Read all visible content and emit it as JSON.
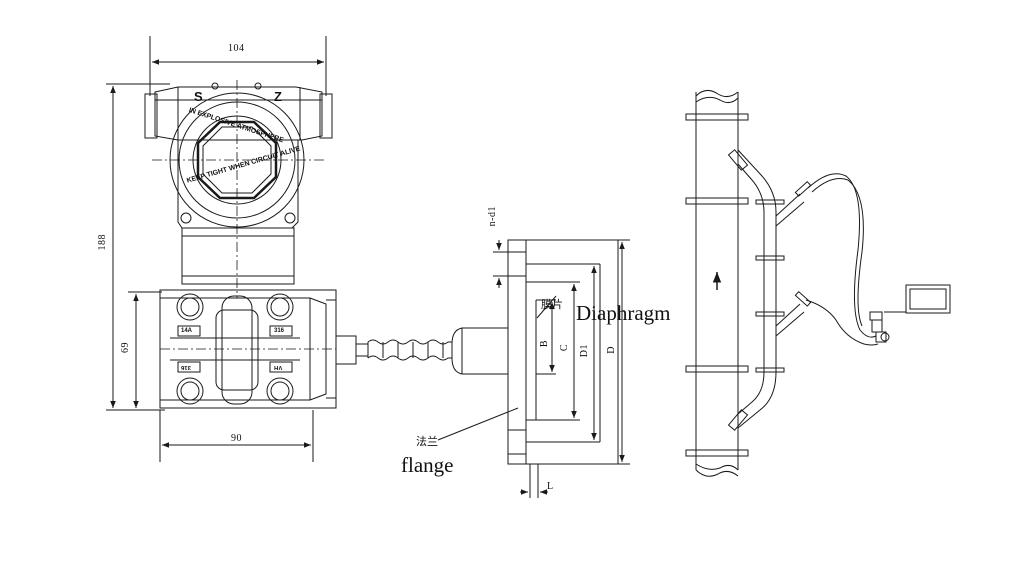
{
  "transmitter": {
    "dim_width": "104",
    "dim_height": "188",
    "dim_flange_height": "69",
    "dim_flange_width": "90",
    "cover_text_top": "IN EXPLOSIVE ATMOSPHERE",
    "cover_text_bottom": "KEEP TIGHT WHEN CIRCUIT ALIVE",
    "housing_marks": [
      "S",
      "Z"
    ],
    "flange_marks": [
      "14A",
      "316",
      "316",
      "VH"
    ]
  },
  "flange_detail": {
    "dim_bolt_hole": "n-d1",
    "dim_B": "B",
    "dim_C": "C",
    "dim_D1": "D1",
    "dim_D": "D",
    "dim_L": "L",
    "diaphragm_cn": "膜片",
    "diaphragm_en": "Diaphragm",
    "flange_cn": "法兰",
    "flange_en": "flange"
  },
  "installation": {
    "flow_arrow_icon": "arrow-up-icon",
    "monitor_icon": "display-panel-icon"
  },
  "colors": {
    "line": "#1a1a1a",
    "background": "#ffffff"
  }
}
